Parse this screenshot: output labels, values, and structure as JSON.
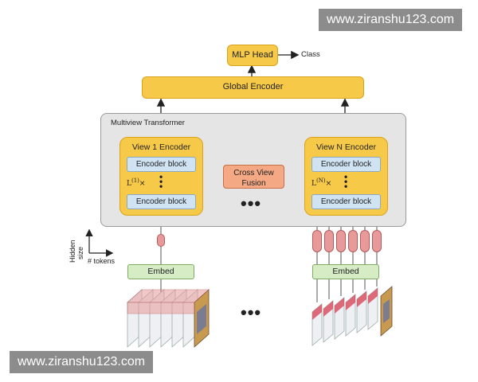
{
  "watermarks": {
    "top": "www.ziranshu123.com",
    "bottom": "www.ziranshu123.com"
  },
  "diagram": {
    "mlp_head": "MLP Head",
    "class_label": "Class",
    "global_encoder": "Global Encoder",
    "multiview_title": "Multiview Transformer",
    "view1": {
      "title": "View 1 Encoder",
      "block_top": "Encoder block",
      "block_bottom": "Encoder block",
      "repeat": "L",
      "repeat_sup": "(1)",
      "repeat_times": "×"
    },
    "viewN": {
      "title": "View N Encoder",
      "block_top": "Encoder block",
      "block_bottom": "Encoder block",
      "repeat": "L",
      "repeat_sup": "(N)",
      "repeat_times": "×"
    },
    "fusion_line1": "Cross View",
    "fusion_line2": "Fusion",
    "axis_y": "Hidden\nsize",
    "axis_x": "# tokens",
    "embed_left": "Embed",
    "embed_right": "Embed",
    "ellipsis": "•••"
  },
  "colors": {
    "yellow": "#f7c948",
    "blue_block": "#cfe3f3",
    "fusion": "#f4a884",
    "green_embed": "#d5ecc4",
    "token": "#e89a9a",
    "panel": "#e5e5e5"
  }
}
